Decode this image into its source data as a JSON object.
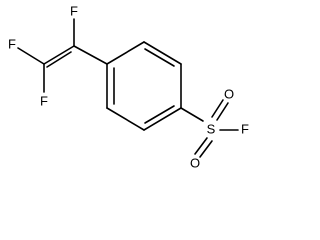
{
  "molecule": {
    "atoms": {
      "f_vinyl_top": "F",
      "f_vinyl_left": "F",
      "f_vinyl_bottom": "F",
      "sulfur": "S",
      "oxygen_top": "O",
      "oxygen_bottom": "O",
      "f_sulfonyl": "F"
    },
    "colors": {
      "bond": "#000000",
      "label": "#000000",
      "background": "#ffffff"
    }
  }
}
